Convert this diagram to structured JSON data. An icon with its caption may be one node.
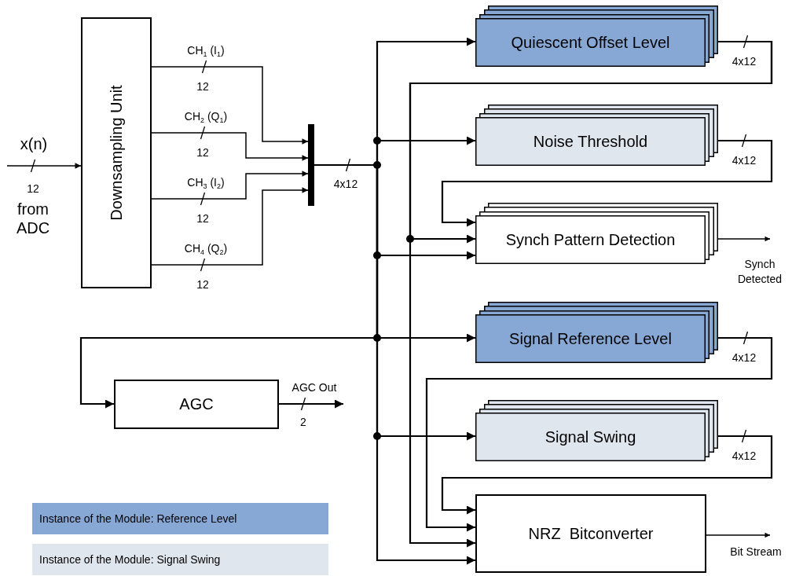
{
  "diagram": {
    "nodes": [
      {
        "text": [
          "Downsampling Unit"
        ]
      },
      {
        "text": [],
        "shape": "bar"
      },
      {
        "text": [
          "Quiescent Offset Level"
        ]
      },
      {
        "text": [
          "Noise Threshold"
        ]
      },
      {
        "text": [
          "Synch Pattern Detection"
        ]
      },
      {
        "text": [
          "Signal Reference Level"
        ]
      },
      {
        "text": [
          "Signal Swing"
        ]
      },
      {
        "text": [
          "NRZ  Bitconverter"
        ]
      },
      {
        "text": [
          "AGC"
        ]
      }
    ],
    "edges": [
      {
        "from": null,
        "to": 0,
        "arrow": "to",
        "label": "x(n)"
      },
      {
        "from": 0,
        "to": 1,
        "arrow": "to",
        "label": "CH$_{1}$ (I$_{1}$)"
      },
      {
        "from": 0,
        "to": 1,
        "arrow": "to",
        "label": "CH$_{2}$ (Q$_{1}$)"
      },
      {
        "from": 0,
        "to": 1,
        "arrow": "to",
        "label": "CH$_{3}$ (I$_{2}$)"
      },
      {
        "from": 0,
        "to": 1,
        "arrow": "to",
        "label": "CH$_{4}$ (Q$_{2}$)"
      },
      {
        "from": 1,
        "to": 2,
        "arrow": "to"
      },
      {
        "from": 1,
        "to": 3,
        "arrow": "to"
      },
      {
        "from": 1,
        "to": 4,
        "arrow": "to"
      },
      {
        "from": 1,
        "to": 5,
        "arrow": "to"
      },
      {
        "from": 1,
        "to": 6,
        "arrow": "to"
      },
      {
        "from": 1,
        "to": 7,
        "arrow": "to"
      },
      {
        "from": 1,
        "to": 8,
        "arrow": "to"
      },
      {
        "from": 2,
        "to": 4,
        "arrow": "to"
      },
      {
        "from": 2,
        "to": 7,
        "arrow": "to"
      },
      {
        "from": 3,
        "to": 4,
        "arrow": "to"
      },
      {
        "from": 4,
        "to": null,
        "arrow": "to",
        "label": "Synch Detected"
      },
      {
        "from": 5,
        "to": 7,
        "arrow": "to"
      },
      {
        "from": 6,
        "to": 7,
        "arrow": "to"
      },
      {
        "from": 7,
        "to": null,
        "arrow": "to",
        "label": "Bit Stream"
      },
      {
        "from": 8,
        "to": null,
        "arrow": "to",
        "label": "AGC Out"
      }
    ],
    "labels": [
      "12",
      "from ADC",
      "12",
      "12",
      "12",
      "12",
      "4x12",
      "4x12",
      "4x12",
      "4x12",
      "4x12",
      "2"
    ],
    "legend": [
      {
        "text": "Instance of the Module: Reference Level",
        "color": "#87a7d5"
      },
      {
        "text": "Instance of the Module: Signal Swing",
        "color": "#dfe6ee"
      }
    ]
  }
}
